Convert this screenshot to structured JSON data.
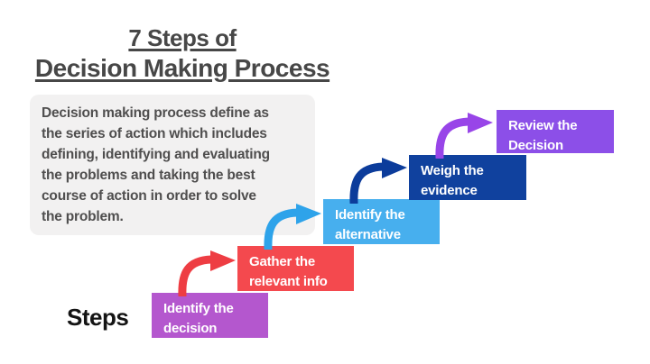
{
  "title": {
    "line1": "7 Steps of",
    "line2": "Decision Making Process"
  },
  "description": {
    "lines": [
      "Decision making process define as",
      "the series of action which includes",
      "defining, identifying and evaluating",
      "the problems and taking the best",
      "course of action in order to solve",
      "the problem."
    ]
  },
  "steps_axis_label": "Steps",
  "steps": [
    {
      "label_line1": "Identify the",
      "label_line2": "decision",
      "color": "#b457ce"
    },
    {
      "label_line1": "Gather the",
      "label_line2": "relevant info",
      "color": "#f4494e",
      "arrow_color": "#ee3d43",
      "arrow_icon": "curved-arrow-icon"
    },
    {
      "label_line1": "Identify the",
      "label_line2": "alternative",
      "color": "#47afee",
      "arrow_color": "#2ea3ea",
      "arrow_icon": "curved-arrow-icon"
    },
    {
      "label_line1": "Weigh the",
      "label_line2": "evidence",
      "color": "#10419e",
      "arrow_color": "#0c3c9b",
      "arrow_icon": "curved-arrow-icon"
    },
    {
      "label_line1": "Review the",
      "label_line2": "Decision",
      "color": "#8c4fe8",
      "arrow_color": "#9845e8",
      "arrow_icon": "curved-arrow-icon"
    }
  ],
  "colors": {
    "background": "#ffffff",
    "title_text": "#474747",
    "description_bg": "#f2f1f1",
    "description_text": "#4f4e4e",
    "steps_label_text": "#141414",
    "step_text": "#ffffff"
  }
}
